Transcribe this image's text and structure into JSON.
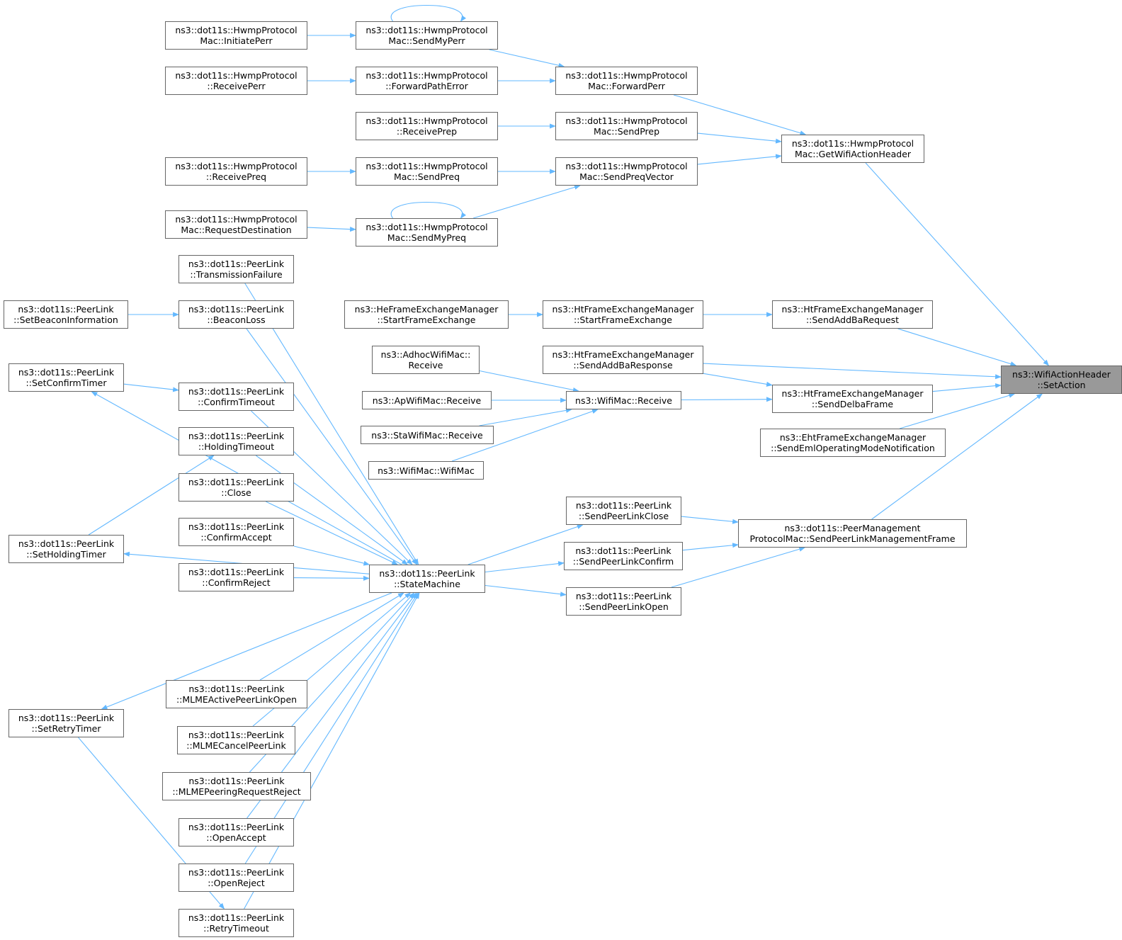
{
  "diagram": {
    "colors": {
      "edge": "#63b8ff",
      "node_border": "#666666",
      "node_fill": "#ffffff",
      "root_fill": "#999999"
    },
    "nodes": {
      "setaction": [
        "ns3::WifiActionHeader",
        "::SetAction"
      ],
      "getwifiactionheader": [
        "ns3::dot11s::HwmpProtocol",
        "Mac::GetWifiActionHeader"
      ],
      "forwardperr": [
        "ns3::dot11s::HwmpProtocol",
        "Mac::ForwardPerr"
      ],
      "sendmyperr": [
        "ns3::dot11s::HwmpProtocol",
        "Mac::SendMyPerr"
      ],
      "initiateperr": [
        "ns3::dot11s::HwmpProtocol",
        "Mac::InitiatePerr"
      ],
      "forwardpatherror": [
        "ns3::dot11s::HwmpProtocol",
        "::ForwardPathError"
      ],
      "receiveperr": [
        "ns3::dot11s::HwmpProtocol",
        "::ReceivePerr"
      ],
      "sendprep": [
        "ns3::dot11s::HwmpProtocol",
        "Mac::SendPrep"
      ],
      "receiveprep": [
        "ns3::dot11s::HwmpProtocol",
        "::ReceivePrep"
      ],
      "sendpreqvector": [
        "ns3::dot11s::HwmpProtocol",
        "Mac::SendPreqVector"
      ],
      "sendpreq": [
        "ns3::dot11s::HwmpProtocol",
        "Mac::SendPreq"
      ],
      "receivepreq": [
        "ns3::dot11s::HwmpProtocol",
        "::ReceivePreq"
      ],
      "sendmypreq": [
        "ns3::dot11s::HwmpProtocol",
        "Mac::SendMyPreq"
      ],
      "requestdestination": [
        "ns3::dot11s::HwmpProtocol",
        "Mac::RequestDestination"
      ],
      "sendaddbarequest": [
        "ns3::HtFrameExchangeManager",
        "::SendAddBaRequest"
      ],
      "htstartframeexchange": [
        "ns3::HtFrameExchangeManager",
        "::StartFrameExchange"
      ],
      "hestartframeexchange": [
        "ns3::HeFrameExchangeManager",
        "::StartFrameExchange"
      ],
      "sendaddbaresponse": [
        "ns3::HtFrameExchangeManager",
        "::SendAddBaResponse"
      ],
      "senddelbaframe": [
        "ns3::HtFrameExchangeManager",
        "::SendDelbaFrame"
      ],
      "wifimacreceive": [
        "ns3::WifiMac::Receive"
      ],
      "adhocreceive": [
        "ns3::AdhocWifiMac::",
        "Receive"
      ],
      "apreceive": [
        "ns3::ApWifiMac::Receive"
      ],
      "stareceive": [
        "ns3::StaWifiMac::Receive"
      ],
      "wifimacwifimac": [
        "ns3::WifiMac::WifiMac"
      ],
      "sendemloperating": [
        "ns3::EhtFrameExchangeManager",
        "::SendEmlOperatingModeNotification"
      ],
      "sendpeerlinkmgmt": [
        "ns3::dot11s::PeerManagement",
        "ProtocolMac::SendPeerLinkManagementFrame"
      ],
      "sendpeerlinkclose": [
        "ns3::dot11s::PeerLink",
        "::SendPeerLinkClose"
      ],
      "sendpeerlinkconfirm": [
        "ns3::dot11s::PeerLink",
        "::SendPeerLinkConfirm"
      ],
      "sendpeerlinkopen": [
        "ns3::dot11s::PeerLink",
        "::SendPeerLinkOpen"
      ],
      "statemachine": [
        "ns3::dot11s::PeerLink",
        "::StateMachine"
      ],
      "transmissionfailure": [
        "ns3::dot11s::PeerLink",
        "::TransmissionFailure"
      ],
      "beaconloss": [
        "ns3::dot11s::PeerLink",
        "::BeaconLoss"
      ],
      "setbeaconinformation": [
        "ns3::dot11s::PeerLink",
        "::SetBeaconInformation"
      ],
      "setconfirmtimer": [
        "ns3::dot11s::PeerLink",
        "::SetConfirmTimer"
      ],
      "confirmtimeout": [
        "ns3::dot11s::PeerLink",
        "::ConfirmTimeout"
      ],
      "holdingtimeout": [
        "ns3::dot11s::PeerLink",
        "::HoldingTimeout"
      ],
      "close": [
        "ns3::dot11s::PeerLink",
        "::Close"
      ],
      "confirmaccept": [
        "ns3::dot11s::PeerLink",
        "::ConfirmAccept"
      ],
      "confirmreject": [
        "ns3::dot11s::PeerLink",
        "::ConfirmReject"
      ],
      "setholdingtimer": [
        "ns3::dot11s::PeerLink",
        "::SetHoldingTimer"
      ],
      "mlmeactivepeerlinkopen": [
        "ns3::dot11s::PeerLink",
        "::MLMEActivePeerLinkOpen"
      ],
      "mlmecancelpeerlink": [
        "ns3::dot11s::PeerLink",
        "::MLMECancelPeerLink"
      ],
      "mlmepeeringrequestreject": [
        "ns3::dot11s::PeerLink",
        "::MLMEPeeringRequestReject"
      ],
      "openaccept": [
        "ns3::dot11s::PeerLink",
        "::OpenAccept"
      ],
      "openreject": [
        "ns3::dot11s::PeerLink",
        "::OpenReject"
      ],
      "retrytimeout": [
        "ns3::dot11s::PeerLink",
        "::RetryTimeout"
      ],
      "setretrytimer": [
        "ns3::dot11s::PeerLink",
        "::SetRetryTimer"
      ]
    },
    "edges": [
      [
        "initiateperr",
        "sendmyperr"
      ],
      [
        "sendmyperr",
        "forwardperr"
      ],
      [
        "receiveperr",
        "forwardpatherror"
      ],
      [
        "forwardpatherror",
        "forwardperr"
      ],
      [
        "forwardperr",
        "getwifiactionheader"
      ],
      [
        "receiveprep",
        "sendprep"
      ],
      [
        "sendprep",
        "getwifiactionheader"
      ],
      [
        "receivepreq",
        "sendpreq"
      ],
      [
        "sendpreq",
        "sendpreqvector"
      ],
      [
        "sendmypreq",
        "sendpreqvector"
      ],
      [
        "sendpreqvector",
        "getwifiactionheader"
      ],
      [
        "requestdestination",
        "sendmypreq"
      ],
      [
        "getwifiactionheader",
        "setaction"
      ],
      [
        "hestartframeexchange",
        "htstartframeexchange"
      ],
      [
        "htstartframeexchange",
        "sendaddbarequest"
      ],
      [
        "sendaddbarequest",
        "setaction"
      ],
      [
        "sendaddbaresponse",
        "setaction"
      ],
      [
        "sendaddbaresponse",
        "senddelbaframe"
      ],
      [
        "wifimacreceive",
        "senddelbaframe"
      ],
      [
        "senddelbaframe",
        "setaction"
      ],
      [
        "adhocreceive",
        "wifimacreceive"
      ],
      [
        "apreceive",
        "wifimacreceive"
      ],
      [
        "stareceive",
        "wifimacreceive"
      ],
      [
        "wifimacwifimac",
        "wifimacreceive"
      ],
      [
        "sendemloperating",
        "setaction"
      ],
      [
        "sendpeerlinkmgmt",
        "setaction"
      ],
      [
        "sendpeerlinkclose",
        "sendpeerlinkmgmt"
      ],
      [
        "sendpeerlinkconfirm",
        "sendpeerlinkmgmt"
      ],
      [
        "sendpeerlinkopen",
        "sendpeerlinkmgmt"
      ],
      [
        "statemachine",
        "sendpeerlinkclose"
      ],
      [
        "statemachine",
        "sendpeerlinkconfirm"
      ],
      [
        "statemachine",
        "sendpeerlinkopen"
      ],
      [
        "setbeaconinformation",
        "beaconloss"
      ],
      [
        "setconfirmtimer",
        "confirmtimeout"
      ],
      [
        "setholdingtimer",
        "holdingtimeout"
      ],
      [
        "setretrytimer",
        "retrytimeout"
      ],
      [
        "transmissionfailure",
        "statemachine"
      ],
      [
        "beaconloss",
        "statemachine"
      ],
      [
        "confirmtimeout",
        "statemachine"
      ],
      [
        "holdingtimeout",
        "statemachine"
      ],
      [
        "close",
        "statemachine"
      ],
      [
        "confirmaccept",
        "statemachine"
      ],
      [
        "confirmreject",
        "statemachine"
      ],
      [
        "mlmeactivepeerlinkopen",
        "statemachine"
      ],
      [
        "mlmecancelpeerlink",
        "statemachine"
      ],
      [
        "mlmepeeringrequestreject",
        "statemachine"
      ],
      [
        "openaccept",
        "statemachine"
      ],
      [
        "openreject",
        "statemachine"
      ],
      [
        "retrytimeout",
        "statemachine"
      ],
      [
        "statemachine",
        "setconfirmtimer"
      ],
      [
        "statemachine",
        "setholdingtimer"
      ],
      [
        "statemachine",
        "setretrytimer"
      ],
      [
        "sendmyperr",
        "sendmyperr"
      ],
      [
        "sendmypreq",
        "sendmypreq"
      ]
    ]
  }
}
